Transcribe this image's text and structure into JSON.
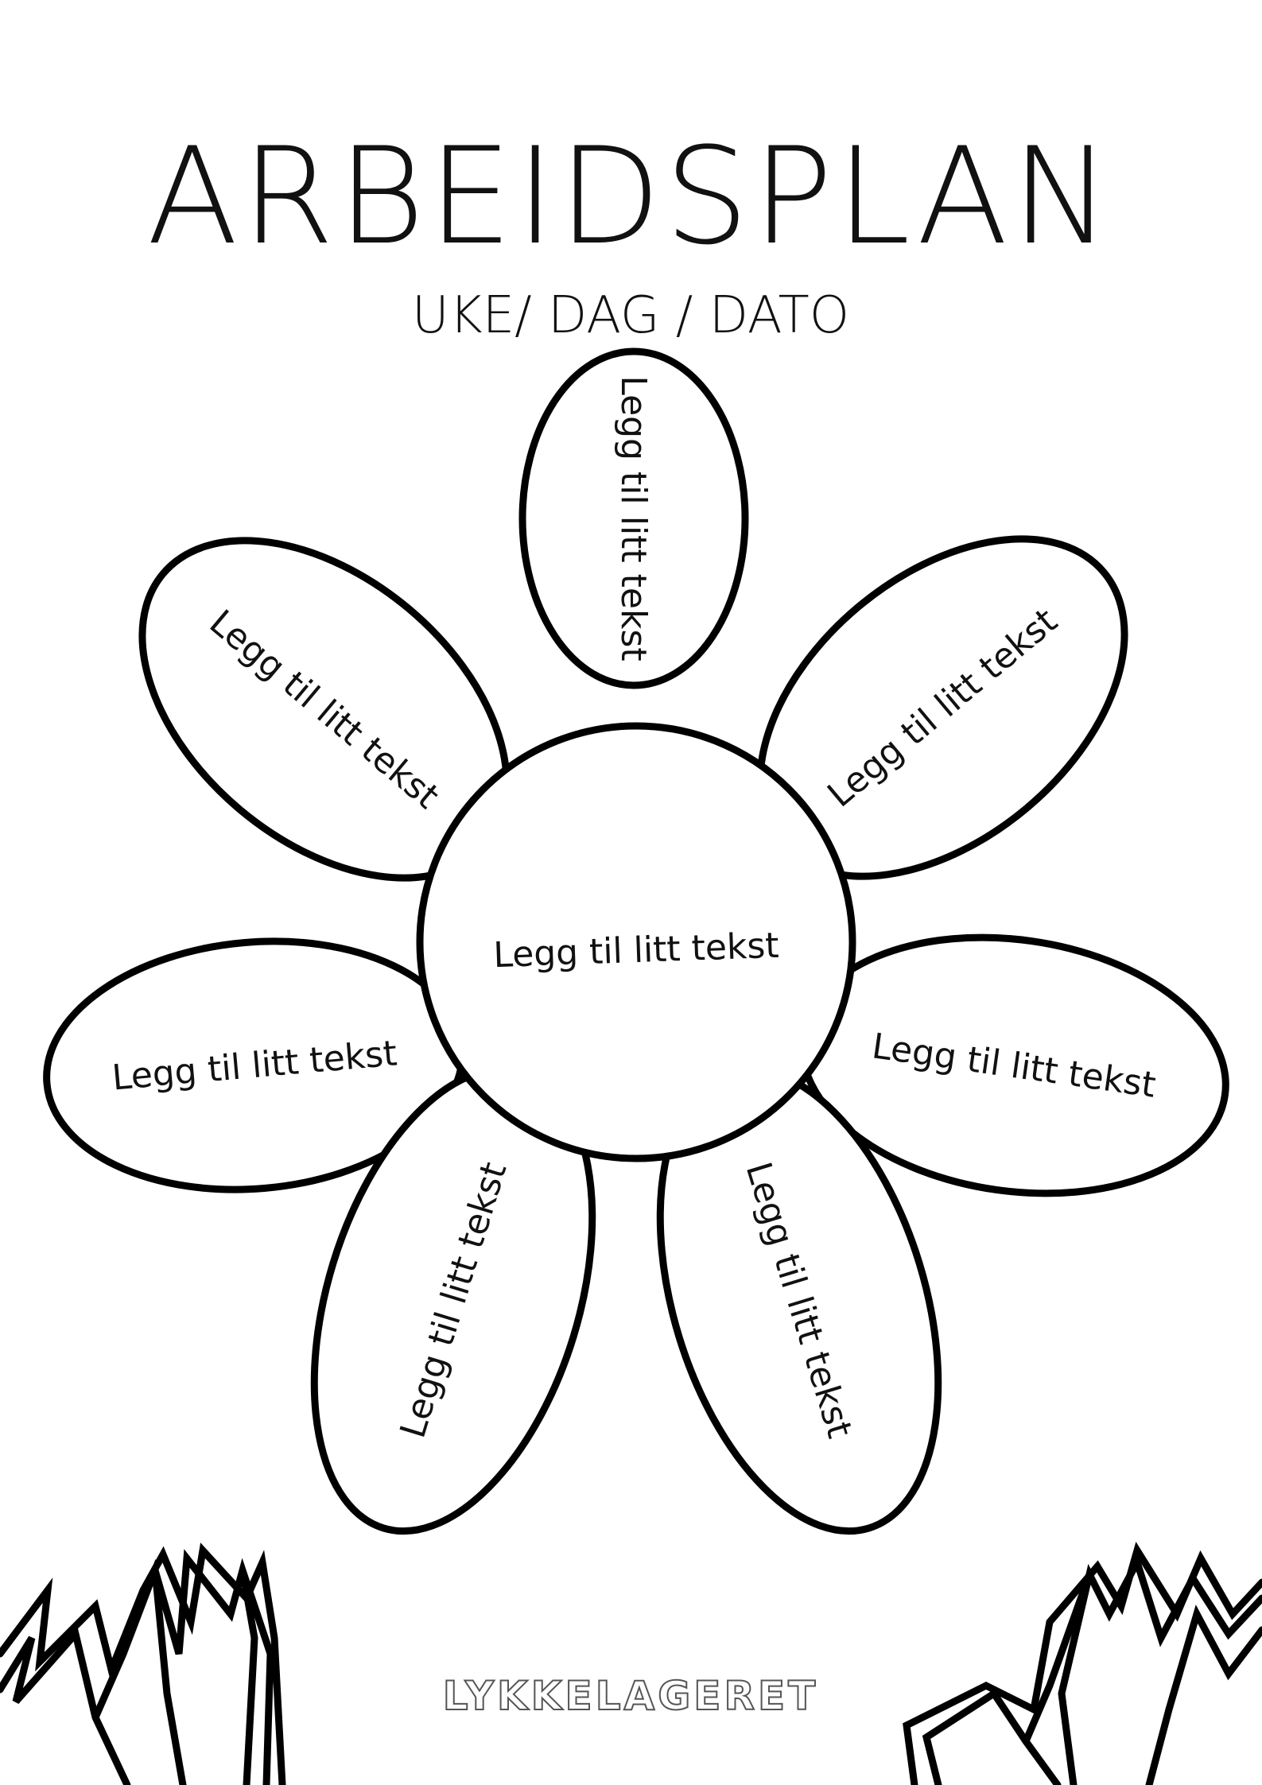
{
  "title": "ARBEIDSPLAN",
  "subtitle": "UKE/ DAG / DATO",
  "flower": {
    "center_text": "Legg til litt tekst",
    "petals": [
      {
        "text": "Legg til litt tekst"
      },
      {
        "text": "Legg til litt tekst"
      },
      {
        "text": "Legg til litt tekst"
      },
      {
        "text": "Legg til litt tekst"
      },
      {
        "text": "Legg til litt tekst"
      },
      {
        "text": "Legg til litt tekst"
      },
      {
        "text": "Legg til litt tekst"
      }
    ]
  },
  "brand": "LYKKELAGERET",
  "colors": {
    "ink": "#000000",
    "paper": "#ffffff"
  }
}
